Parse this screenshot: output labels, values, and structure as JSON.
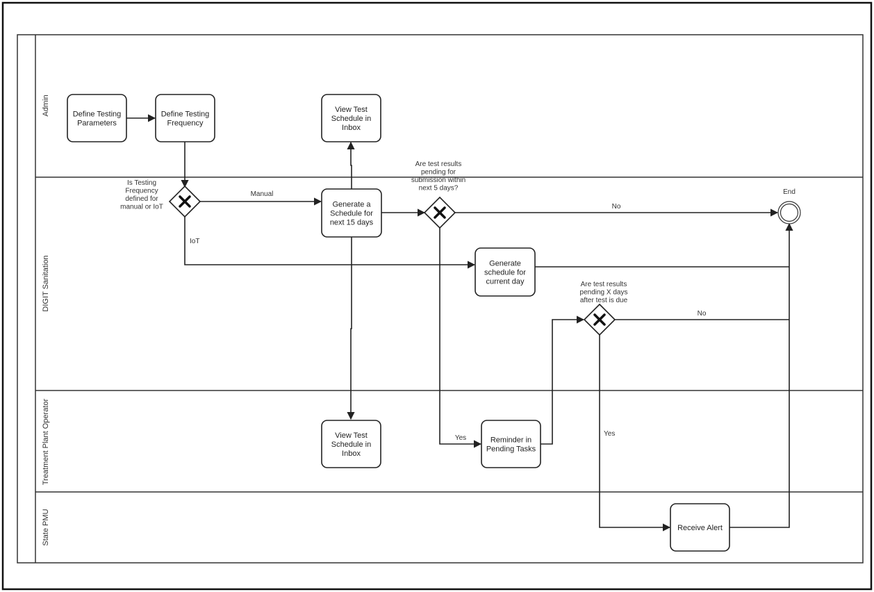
{
  "lanes": [
    {
      "id": "admin",
      "label": "Admin"
    },
    {
      "id": "digit",
      "label": "DIGIT Sanitation"
    },
    {
      "id": "operator",
      "label": "Treatment Plant Operator"
    },
    {
      "id": "pmu",
      "label": "State PMU"
    }
  ],
  "tasks": [
    {
      "id": "define-params",
      "lines": [
        "Define Testing",
        "Parameters"
      ]
    },
    {
      "id": "define-freq",
      "lines": [
        "Define Testing",
        "Frequency"
      ]
    },
    {
      "id": "view-admin",
      "lines": [
        "View Test",
        "Schedule in",
        "Inbox"
      ]
    },
    {
      "id": "gen-15",
      "lines": [
        "Generate a",
        "Schedule for",
        "next 15 days"
      ]
    },
    {
      "id": "gen-current",
      "lines": [
        "Generate",
        "schedule for",
        "current day"
      ]
    },
    {
      "id": "view-operator",
      "lines": [
        "View Test",
        "Schedule in",
        "Inbox"
      ]
    },
    {
      "id": "reminder",
      "lines": [
        "Reminder in",
        "Pending Tasks"
      ]
    },
    {
      "id": "alert",
      "lines": [
        "Receive Alert"
      ]
    }
  ],
  "gateways": [
    {
      "id": "gw-mode",
      "symbol": "X",
      "question": [
        "Is Testing",
        "Frequency",
        "defined for",
        "manual or IoT"
      ]
    },
    {
      "id": "gw-pending",
      "symbol": "X",
      "question": [
        "Are test results",
        "pending for",
        "submission within",
        "next 5 days?"
      ]
    },
    {
      "id": "gw-overdue",
      "symbol": "X",
      "question": [
        "Are test results",
        "pending X days",
        "after test is due"
      ]
    }
  ],
  "end_event": {
    "label": "End"
  },
  "edge_labels": {
    "manual": "Manual",
    "iot": "IoT",
    "no1": "No",
    "no2": "No",
    "yes1": "Yes",
    "yes2": "Yes"
  }
}
